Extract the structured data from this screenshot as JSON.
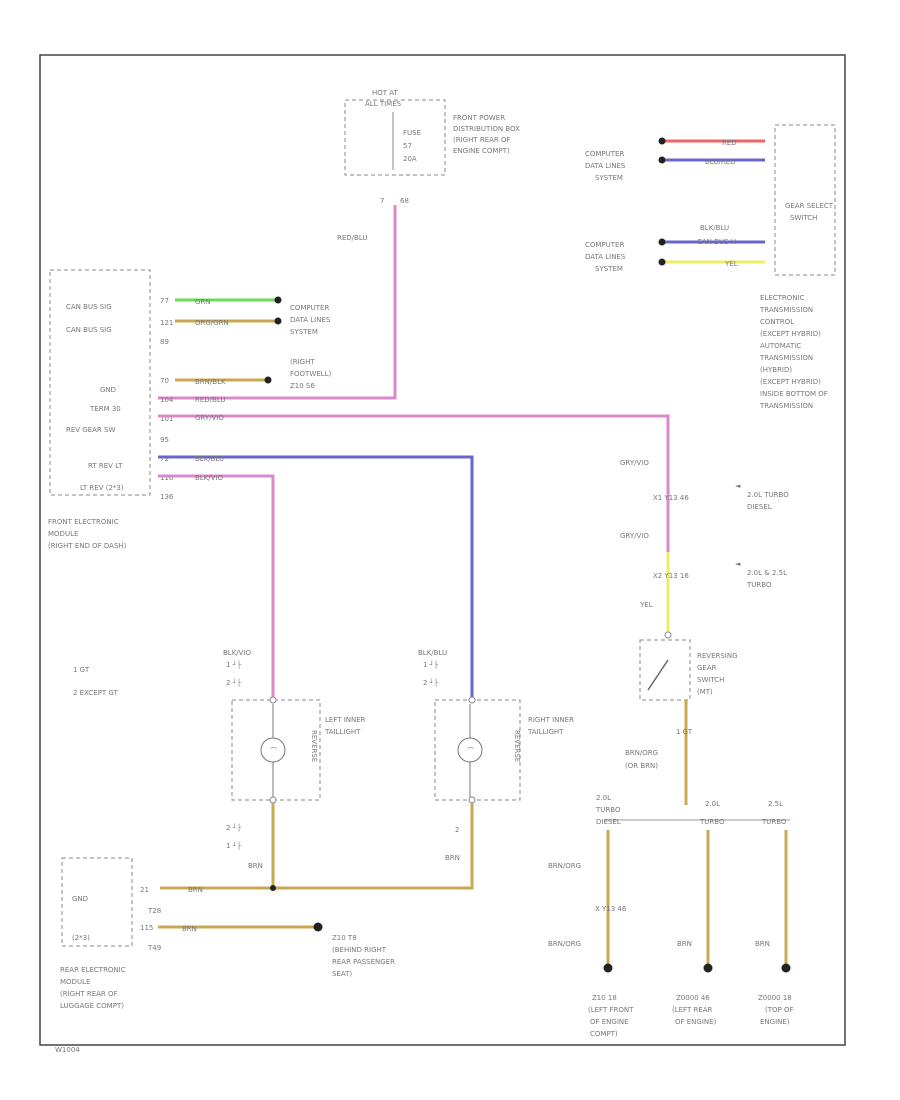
{
  "colors": {
    "green": "#66dd55",
    "tan": "#c8a850",
    "pink": "#dd88cc",
    "blue": "#6666cc",
    "yellow": "#eeee66",
    "red": "#ee6666",
    "frame": "#444444"
  },
  "fuse_box": {
    "hot": "HOT AT",
    "all_times": "ALL TIMES",
    "fuse": "FUSE",
    "fuse_num": "57",
    "amps": "20A",
    "desc": [
      "FRONT POWER",
      "DISTRIBUTION BOX",
      "(RIGHT REAR OF",
      "ENGINE COMPT)"
    ],
    "pin_left": "7",
    "pin_right": "68"
  },
  "wire_labels": {
    "red_blu_vertical": "RED/BLU",
    "gry_vio_1": "GRY/VIO",
    "gry_vio_2": "GRY/VIO",
    "yel": "YEL",
    "blk_blu_1": "BLK/BLU",
    "blk_blu_2": "BLK/BLU",
    "brn_1": "BRN",
    "brn_2": "BRN",
    "brn_3": "BRN",
    "brn_4": "BRN",
    "brn_org_1": "BRN/ORG",
    "brn_org_2": "BRN/ORG",
    "brn_org_3": "BRN/ORG",
    "or_brn": "(OR BRN)"
  },
  "front_module": {
    "pins": [
      {
        "name": "CAN BUS SIG",
        "num": "77",
        "wire": "GRN"
      },
      {
        "name": "CAN BUS SIG",
        "num": "121",
        "wire": "ORG/GRN"
      },
      {
        "name": "",
        "num": "89",
        "wire": ""
      },
      {
        "name": "GND",
        "num": "70",
        "wire": "BRN/BLK"
      },
      {
        "name": "TERM 30",
        "num": "104",
        "wire": "RED/BLU"
      },
      {
        "name": "REV GEAR SW",
        "num": "101",
        "wire": "GRY/VIO"
      },
      {
        "name": "",
        "num": "95",
        "wire": ""
      },
      {
        "name": "RT REV LT",
        "num": "72",
        "wire": "BLK/BLU"
      },
      {
        "name": "LT REV (2*3)",
        "num": "116",
        "wire": "BLK/VIO"
      },
      {
        "name": "",
        "num": "136",
        "wire": ""
      }
    ],
    "desc": [
      "FRONT ELECTRONIC",
      "MODULE",
      "(RIGHT END OF DASH)"
    ]
  },
  "computer_data_lines": [
    "COMPUTER",
    "DATA LINES",
    "SYSTEM"
  ],
  "right_footwell": [
    "(RIGHT",
    "FOOTWELL)",
    "Z10 S6"
  ],
  "gear_select": {
    "wire_top": [
      "RED",
      "BLU/RED"
    ],
    "wire_bottom": [
      "BLK/BLU",
      "CAN BUS H",
      "YEL"
    ],
    "title": [
      "GEAR SELECT",
      "SWITCH"
    ],
    "desc": [
      "ELECTRONIC",
      "TRANSMISSION",
      "CONTROL",
      "(EXCEPT HYBRID)",
      "AUTOMATIC",
      "TRANSMISSION",
      "(HYBRID)",
      "(EXCEPT HYBRID)",
      "INSIDE BOTTOM OF",
      "TRANSMISSION"
    ]
  },
  "legend": {
    "item1": "1  GT",
    "item2": "2  EXCEPT GT"
  },
  "notes": {
    "turbo_diesel": [
      "2.0L TURBO",
      "DIESEL"
    ],
    "turbo_25": [
      "2.0L & 2.5L",
      "TURBO"
    ],
    "conn_1": "X1  Y13  46",
    "conn_2": "X2  Y13  16",
    "conn_3": "X  Y13  46"
  },
  "reversing_switch": [
    "REVERSING",
    "GEAR",
    "SWITCH",
    "(MT)"
  ],
  "left_taillight": {
    "label": [
      "LEFT INNER",
      "TAILLIGHT"
    ],
    "side": "REVERSE",
    "wire": "BLK/VIO",
    "pin": "1"
  },
  "right_taillight": {
    "label": [
      "RIGHT INNER",
      "TAILLIGHT"
    ],
    "side": "REVERSE",
    "wire": "BLK/BLU",
    "pin": "1"
  },
  "rear_module": {
    "pins": [
      {
        "name": "GND",
        "num": "21",
        "extra": "T28"
      },
      {
        "name": "(2*3)",
        "num": "115",
        "extra": "T49"
      }
    ],
    "desc": [
      "REAR ELECTRONIC",
      "MODULE",
      "(RIGHT REAR OF",
      "LUGGAGE COMPT)"
    ]
  },
  "ground_rear": [
    "Z10 T8",
    "(BEHIND RIGHT",
    "REAR PASSENGER",
    "SEAT)"
  ],
  "engine_labels": {
    "e1": [
      "2.0L",
      "TURBO",
      "DIESEL"
    ],
    "e2": [
      "2.0L",
      "TURBO"
    ],
    "e3": [
      "2.5L",
      "TURBO"
    ]
  },
  "grounds": {
    "g1": [
      "Z10 18",
      "(LEFT FRONT",
      "OF ENGINE",
      "COMPT)"
    ],
    "g2": [
      "Z0000 46",
      "(LEFT REAR",
      "OF ENGINE)"
    ],
    "g3": [
      "Z0000 18",
      "(TOP OF",
      "ENGINE)"
    ]
  },
  "diagram_id": "W1004"
}
